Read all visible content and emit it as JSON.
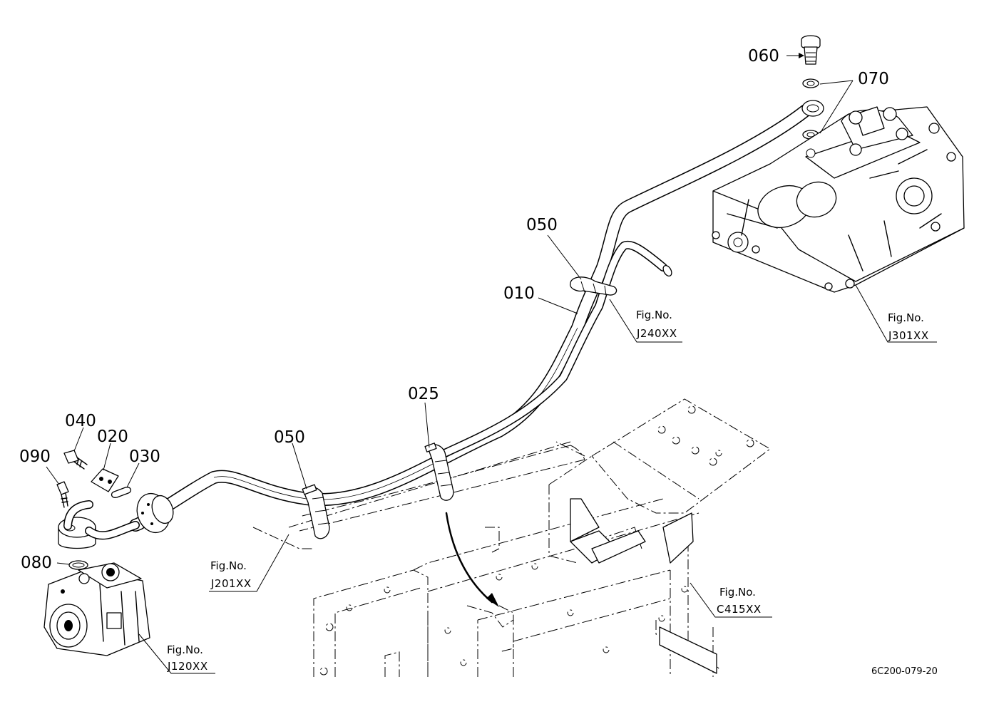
{
  "diagram_code": "6C200-079-20",
  "part_labels": {
    "p010": "010",
    "p020": "020",
    "p025": "025",
    "p030": "030",
    "p040": "040",
    "p050a": "050",
    "p050b": "050",
    "p060": "060",
    "p070": "070",
    "p080": "080",
    "p090": "090"
  },
  "figure_refs": [
    {
      "label": "Fig.No.",
      "code": "J240XX"
    },
    {
      "label": "Fig.No.",
      "code": "J301XX"
    },
    {
      "label": "Fig.No.",
      "code": "J201XX"
    },
    {
      "label": "Fig.No.",
      "code": "C415XX"
    },
    {
      "label": "Fig.No.",
      "code": "J120XX"
    }
  ]
}
